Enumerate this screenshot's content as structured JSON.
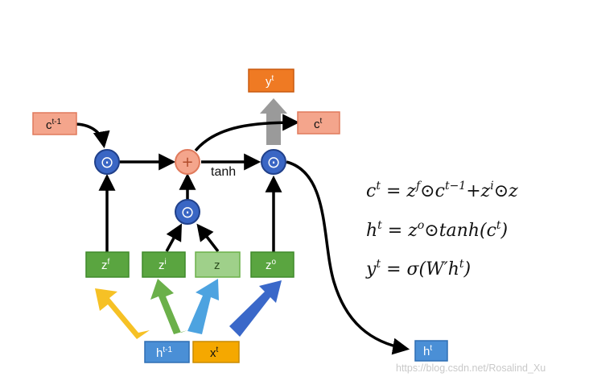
{
  "colors": {
    "cell_box": "#f4a58c",
    "cell_border": "#e07a5c",
    "gate_box": "#5aa540",
    "gate_box_light": "#9fd08a",
    "output_box": "#ef7a23",
    "hidden_box": "#4a8fd6",
    "input_box": "#f5a800",
    "mult_node": "#3a66c4",
    "add_node": "#f4a58c",
    "arrow_yellow": "#f6c125",
    "arrow_green": "#6bb04a",
    "arrow_lightblue": "#4da3e0",
    "arrow_darkblue": "#3a68c9",
    "arrow_gray": "#9a9a9a"
  },
  "boxes": {
    "c_prev": {
      "base": "c",
      "sup": "t-1"
    },
    "c_next": {
      "base": "c",
      "sup": "t"
    },
    "y_out": {
      "base": "y",
      "sup": "t"
    },
    "h_out": {
      "base": "h",
      "sup": "t"
    },
    "h_prev": {
      "base": "h",
      "sup": "t-1"
    },
    "x_in": {
      "base": "x",
      "sup": "t"
    },
    "z_f": {
      "base": "z",
      "sup": "f"
    },
    "z_i": {
      "base": "z",
      "sup": "i"
    },
    "z": {
      "base": "z",
      "sup": ""
    },
    "z_o": {
      "base": "z",
      "sup": "o"
    }
  },
  "nodes": {
    "mult_symbol": "⊙",
    "add_symbol": "+"
  },
  "tanh_label": "tanh",
  "equations": {
    "eq1": {
      "lhs": "c",
      "lhs_sup": "t",
      "rhs": [
        {
          "t": " = z"
        },
        {
          "s": "f"
        },
        {
          "t": "⊙c"
        },
        {
          "s": "t−1"
        },
        {
          "t": "+z"
        },
        {
          "s": "i"
        },
        {
          "t": "⊙z"
        }
      ]
    },
    "eq2": {
      "lhs": "h",
      "lhs_sup": "t",
      "rhs": [
        {
          "t": " = z"
        },
        {
          "s": "o"
        },
        {
          "t": "⊙tanh(c"
        },
        {
          "s": "t"
        },
        {
          "t": ")"
        }
      ]
    },
    "eq3": {
      "lhs": "y",
      "lhs_sup": "t",
      "rhs": [
        {
          "t": " = σ(W′h"
        },
        {
          "s": "t"
        },
        {
          "t": ")"
        }
      ]
    }
  },
  "watermark": "https://blog.csdn.net/Rosalind_Xu"
}
